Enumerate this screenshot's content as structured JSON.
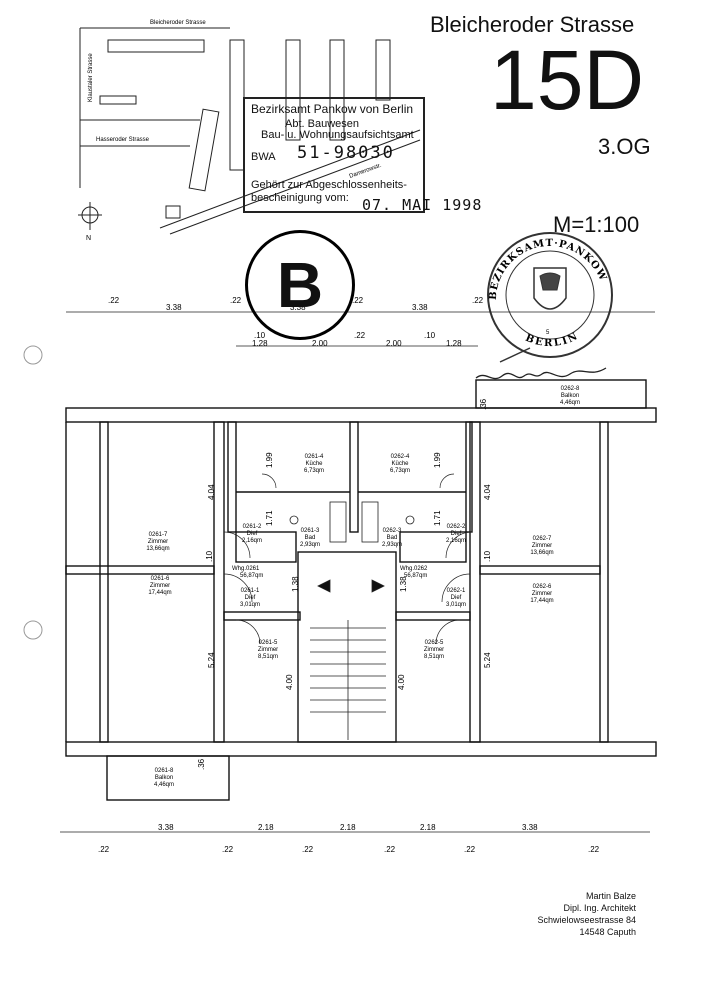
{
  "header": {
    "street": "Bleicheroder Strasse",
    "number": "15D",
    "floor": "3.OG",
    "scale": "M=1:100"
  },
  "stamp": {
    "line1": "Bezirksamt Pankow von Berlin",
    "line2": "Abt. Bauwesen",
    "line3": "Bau- u. Wohnungsaufsichtsamt",
    "reg_label": "BWA",
    "reg_number": "51-98030",
    "line4": "Gehört zur Abgeschlossenheits-",
    "line5": "bescheinigung vom:",
    "date": "07. MAI 1998"
  },
  "badge": {
    "letter": "B"
  },
  "seal": {
    "top_text": "BEZIRKSAMT·PANKOW",
    "bottom_text": "BERLIN",
    "number": "5"
  },
  "site_map": {
    "street_top": "Bleicheroder Strasse",
    "street_left": "Klaustaler Strasse",
    "street_mid": "Hasseroder Strasse",
    "street_diag": "Damerowstr.",
    "north": "N"
  },
  "dimensions_top": {
    "row1": [
      ".22",
      "3.38",
      ".22",
      "3.38",
      ".22",
      "3.38",
      ".22"
    ],
    "row2": [
      "1.28",
      ".10",
      "2.00",
      ".22",
      "2.00",
      ".10",
      "1.28"
    ]
  },
  "dimensions_bottom": {
    "row1": [
      "3.38",
      "2.18",
      "2.18",
      "2.18",
      "3.38"
    ],
    "row2": [
      ".22",
      ".22",
      ".22",
      ".22",
      ".22",
      ".22"
    ]
  },
  "dimensions_vertical": [
    "1.99",
    "1.99",
    "4.04",
    "4.04",
    "1.71",
    "1.71",
    "5.24",
    "5.24",
    "4.00",
    "4.00",
    ".36",
    ".36",
    "1.38",
    "1.38",
    ".10",
    ".10"
  ],
  "rooms": [
    {
      "id": "0261-4",
      "name": "Küche",
      "area": "6,73qm"
    },
    {
      "id": "0262-4",
      "name": "Küche",
      "area": "6,73qm"
    },
    {
      "id": "0261-7",
      "name": "Zimmer",
      "area": "13,66qm"
    },
    {
      "id": "0261-2",
      "name": "Dief",
      "area": "2,16qm"
    },
    {
      "id": "0261-3",
      "name": "Bad",
      "area": "2,93qm"
    },
    {
      "id": "0262-3",
      "name": "Bad",
      "area": "2,93qm"
    },
    {
      "id": "0262-2",
      "name": "Dief",
      "area": "2,16qm"
    },
    {
      "id": "0262-7",
      "name": "Zimmer",
      "area": "13,66qm"
    },
    {
      "id": "0261-6",
      "name": "Zimmer",
      "area": "17,44qm"
    },
    {
      "id": "0261-1",
      "name": "Dief",
      "area": "3,01qm"
    },
    {
      "id": "0262-1",
      "name": "Dief",
      "area": "3,01qm"
    },
    {
      "id": "0262-6",
      "name": "Zimmer",
      "area": "17,44qm"
    },
    {
      "id": "0261-5",
      "name": "Zimmer",
      "area": "8,51qm"
    },
    {
      "id": "0262-5",
      "name": "Zimmer",
      "area": "8,51qm"
    },
    {
      "id": "0261-8",
      "name": "Balkon",
      "area": "4,46qm"
    },
    {
      "id": "0262-8",
      "name": "Balkon",
      "area": "4,46qm"
    }
  ],
  "wohnung_labels": [
    "Whg.0261",
    "56,87qm",
    "Whg.0262",
    "56,87qm"
  ],
  "architect": {
    "name": "Martin Balze",
    "title": "Dipl. Ing. Architekt",
    "street": "Schwielowseestrasse 84",
    "city": "14548 Caputh"
  }
}
